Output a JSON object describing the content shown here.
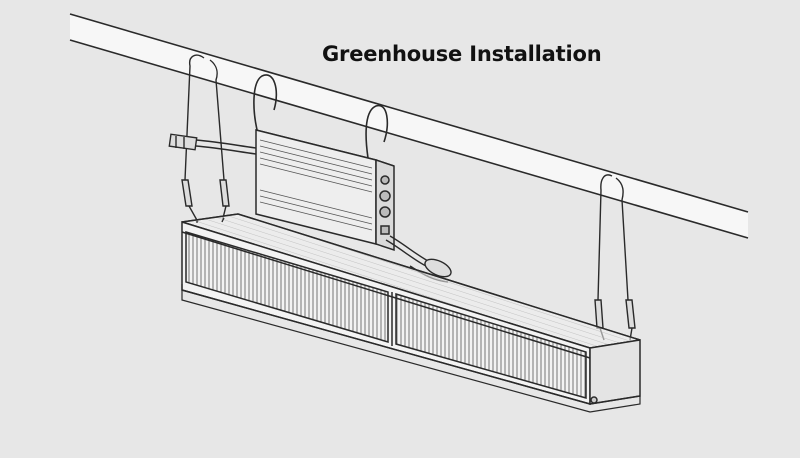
{
  "title": "Greenhouse Installation",
  "colors": {
    "background": "#e7e7e7",
    "line": "#2a2a2a",
    "fixture_fill": "#f3f3f3",
    "driver_fill": "#eeeeee"
  },
  "parts": {
    "pipe": "greenhouse-support-pipe",
    "driver": "led-driver-box",
    "fixture": "led-grow-light-bar",
    "hangers": "rope-ratchet-hangers",
    "cable": "power-cable-with-connector"
  }
}
